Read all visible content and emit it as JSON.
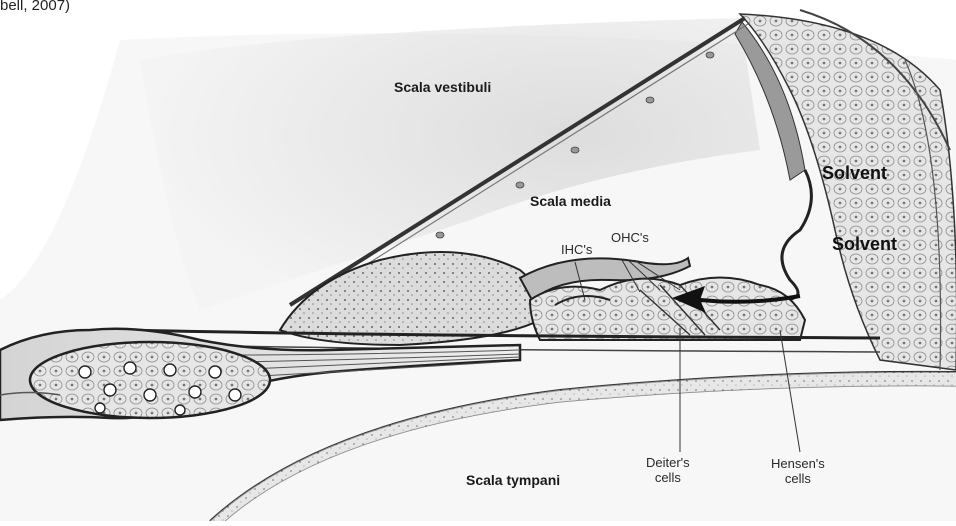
{
  "caption": "bell, 2007)",
  "labels": {
    "scala_vestibuli": "Scala vestibuli",
    "scala_media": "Scala media",
    "scala_tympani": "Scala tympani",
    "ihc": "IHC's",
    "ohc": "OHC's",
    "deiters_line1": "Deiter's",
    "deiters_line2": "cells",
    "hensens_line1": "Hensen's",
    "hensens_line2": "cells",
    "solvent_upper": "Solvent",
    "solvent_lower": "Solvent"
  }
}
